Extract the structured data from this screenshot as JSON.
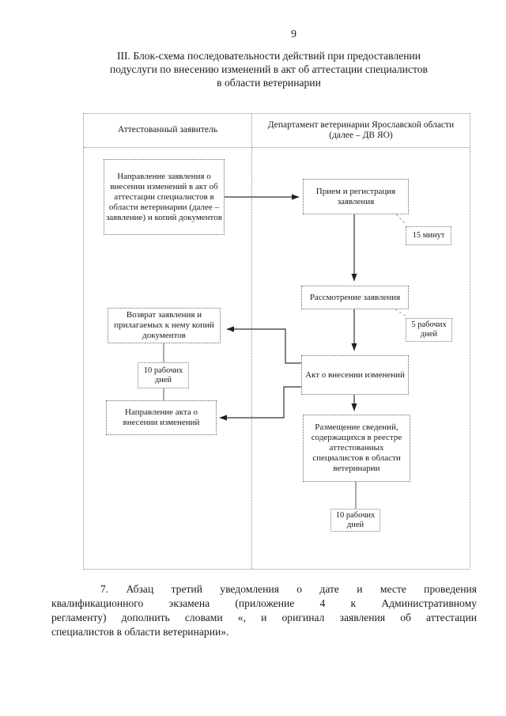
{
  "page": {
    "number": "9",
    "title_lines": [
      "III. Блок-схема последовательности действий при предоставлении",
      "подуслуги по внесению изменений в акт об аттестации специалистов",
      "в области ветеринарии"
    ],
    "footer_lines": [
      "7. Абзац третий уведомления о дате и месте проведения",
      "квалификационного экзамена (приложение 4 к Административному",
      "регламенту) дополнить словами «, и оригинал заявления об аттестации",
      "специалистов в области ветеринарии»."
    ]
  },
  "flowchart": {
    "columns": [
      {
        "header": "Аттестованный заявитель"
      },
      {
        "header": "Департамент ветеринарии Ярославской области (далее – ДВ ЯО)"
      }
    ],
    "nodes": {
      "send_application": "Направление заявления о внесении изменений в акт об аттестации специалистов в области ветеринарии (далее – заявление) и копий документов",
      "reception": "Прием и регистрация заявления",
      "time_reception": "15 минут",
      "review": "Рассмотрение заявления",
      "time_review": "5 рабочих дней",
      "return_application": "Возврат заявления и прилагаемых к нему копий документов",
      "time_return": "10 рабочих дней",
      "send_act": "Направление акта о внесении изменений",
      "act": "Акт о внесении изменений",
      "publish": "Размещение сведений, содержащихся в реестре аттестованных специалистов в области ветеринарии",
      "time_publish": "10 рабочих дней"
    },
    "line_color": "#333333",
    "border_color": "#666666"
  }
}
